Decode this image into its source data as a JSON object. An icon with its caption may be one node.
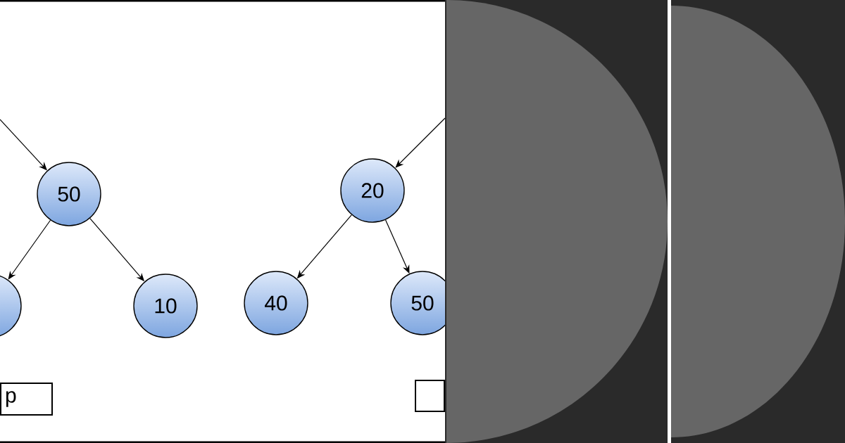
{
  "diagram": {
    "nodes": [
      {
        "text": [],
        "shape": "circle"
      },
      {
        "text": [
          "50"
        ]
      },
      {
        "text": [
          "10"
        ]
      },
      {
        "text": [
          "40"
        ]
      },
      {
        "text": [
          "20"
        ]
      },
      {
        "text": [
          "50"
        ]
      },
      {
        "text": [
          "p"
        ]
      },
      {
        "text": [],
        "shape": "box"
      }
    ],
    "edges": [
      {
        "from": null,
        "to": 1,
        "arrow": "to"
      },
      {
        "from": 1,
        "to": 0,
        "arrow": "to"
      },
      {
        "from": 1,
        "to": 2,
        "arrow": "to"
      },
      {
        "from": null,
        "to": 4,
        "arrow": "to"
      },
      {
        "from": 4,
        "to": 3,
        "arrow": "to"
      },
      {
        "from": 4,
        "to": 5,
        "arrow": "to"
      }
    ]
  }
}
